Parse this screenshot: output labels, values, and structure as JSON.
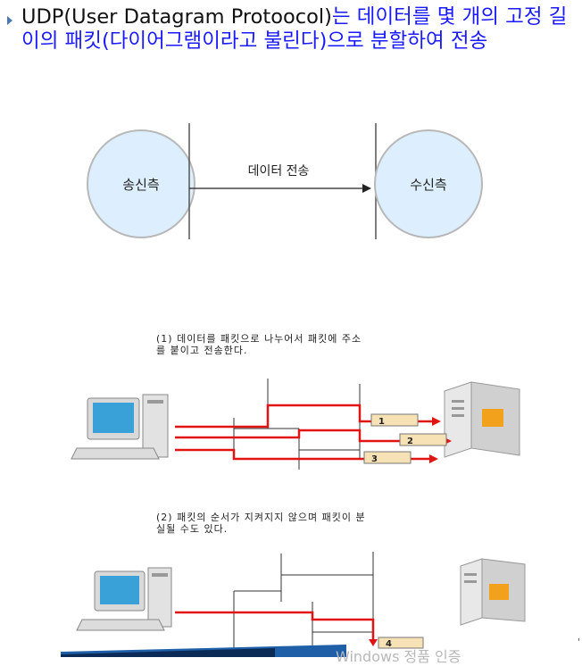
{
  "headline": {
    "prefix": "UDP(User Datagram Protoocol)",
    "rest": "는 데이터를 몇 개의 고정 길이의 패킷(다이어그램이라고 불린다)으로 분할하여 전송"
  },
  "diagram1": {
    "sender": "송신측",
    "receiver": "수신측",
    "arrow_label": "데이터 전송"
  },
  "diagram2": {
    "caption_line1": "(1) 데이터를 패킷으로 나누어서 패킷에 주소",
    "caption_line2": "를 붙이고 전송한다.",
    "packets": [
      "1",
      "2",
      "3"
    ]
  },
  "diagram3": {
    "caption_line1": "(2) 패킷의 순서가 지켜지지 않으며 패킷이 분",
    "caption_line2": "실될 수도 있다.",
    "packets": [
      "4"
    ]
  },
  "watermark": "Windows 정품 인증",
  "edge_mark": "'",
  "colors": {
    "headline": "#1a1aff",
    "circle_fill": "#ddeefe",
    "route": "#e11414",
    "packet_fill": "#f6e2b5"
  }
}
